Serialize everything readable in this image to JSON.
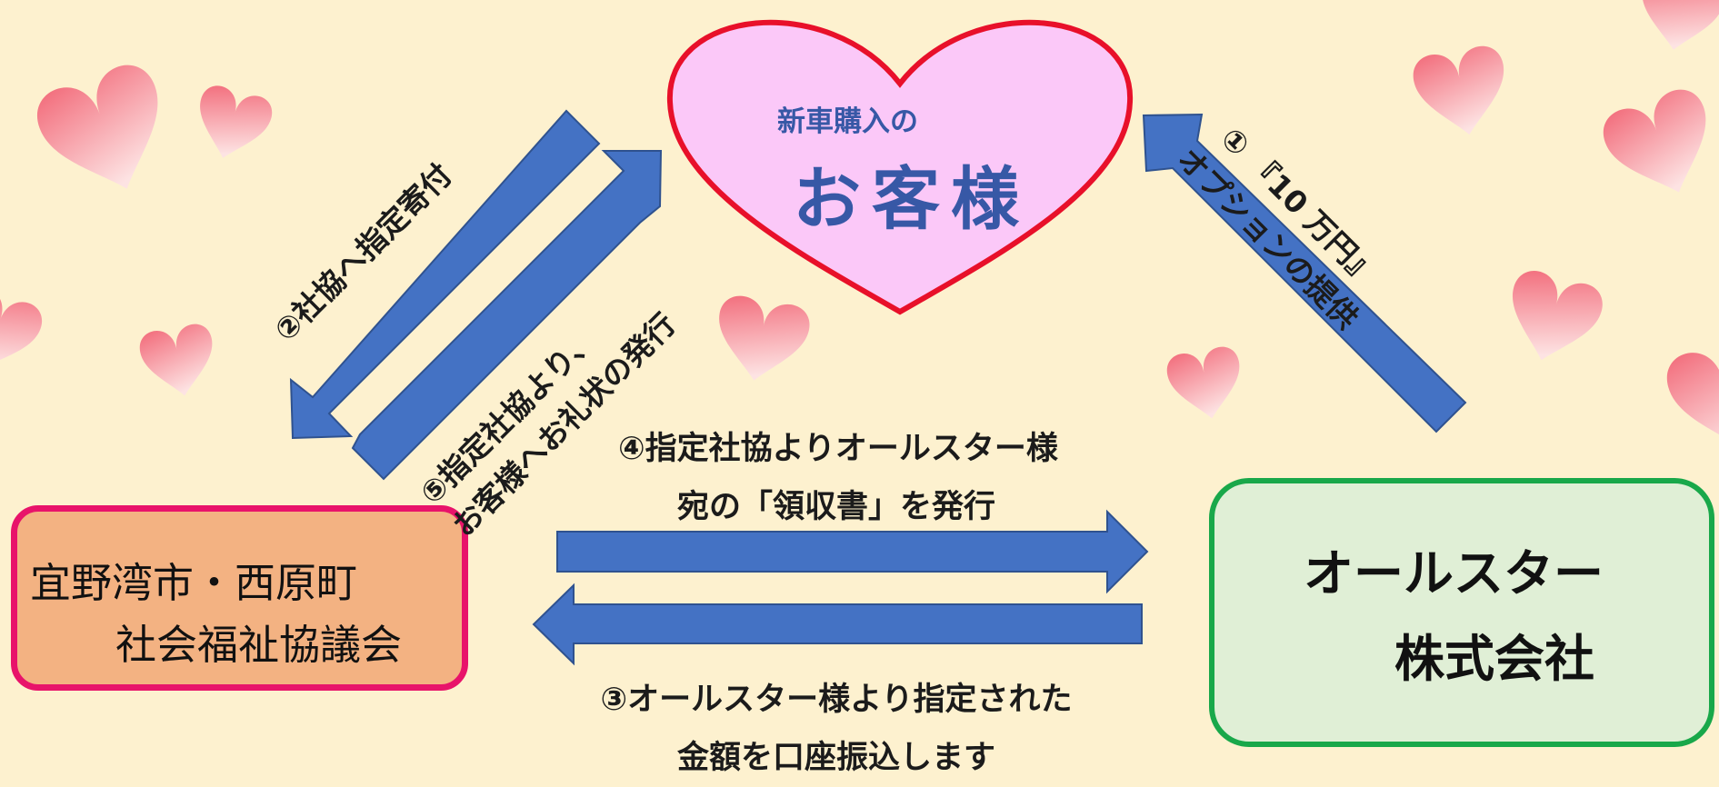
{
  "colors": {
    "background": "#fdf1cf",
    "arrow_fill": "#4472c4",
    "arrow_stroke": "#2f528f",
    "heart_fill": "#fbc8f8",
    "heart_stroke": "#e8102a",
    "heart_text": "#3758a6",
    "deco_heart": "#f47f86",
    "shakyo_fill": "#f3b282",
    "shakyo_border": "#e8136a",
    "allstar_fill": "#e0efd6",
    "allstar_border": "#19a84a"
  },
  "customer": {
    "subtitle": "新車購入の",
    "title": "お客様"
  },
  "shakyo": {
    "line1": "宜野湾市・西原町",
    "line2": "社会福祉協議会"
  },
  "allstar": {
    "line1": "オールスター",
    "line2": "株式会社"
  },
  "flows": {
    "step1": {
      "line1": "① 『10 万円』",
      "line2": "オプションの提供"
    },
    "step2": {
      "text": "②社協へ指定寄付"
    },
    "step3": {
      "line1": "③オールスター様より指定された",
      "line2": "金額を口座振込します"
    },
    "step4": {
      "line1": "④指定社協よりオールスター様",
      "line2": "宛の「領収書」を発行"
    },
    "step5": {
      "line1": "⑤指定社協より、",
      "line2": "お客様へお礼状の発行"
    }
  }
}
